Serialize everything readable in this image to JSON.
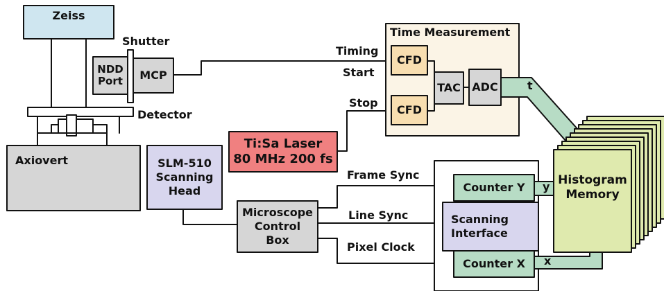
{
  "colors": {
    "zeiss_fill": "#cfe6f0",
    "box_gray": "#d6d6d6",
    "head_fill": "#d8d6ee",
    "laser_fill": "#f08080",
    "cfd_fill": "#f8deb0",
    "time_panel_fill": "#fbf4e6",
    "path_fill": "#b7dcc5",
    "histogram_fill": "#dfeaae",
    "stroke": "#111111"
  },
  "boxes": {
    "zeiss": "Zeiss",
    "ndd_port": [
      "NDD",
      "Port"
    ],
    "mcp": "MCP",
    "axiovert": "Axiovert",
    "scanning_head": [
      "SLM-510",
      "Scanning",
      "Head"
    ],
    "laser": [
      "Ti:Sa  Laser",
      "80 MHz  200 fs"
    ],
    "control_box": [
      "Microscope",
      "Control",
      "Box"
    ],
    "time_measurement_title": "Time Measurement",
    "cfd_top": "CFD",
    "cfd_bottom": "CFD",
    "tac": "TAC",
    "adc": "ADC",
    "counter_y": "Counter Y",
    "counter_x": "Counter X",
    "scanning_interface": [
      "Scanning",
      "Interface"
    ],
    "histogram_memory": [
      "Histogram",
      "Memory"
    ]
  },
  "labels": {
    "shutter": "Shutter",
    "detector": "Detector",
    "timing": "Timing",
    "start": "Start",
    "stop": "Stop",
    "frame_sync": "Frame Sync",
    "line_sync": "Line Sync",
    "pixel_clock": "Pixel Clock",
    "t": "t",
    "y": "y",
    "x": "x"
  }
}
